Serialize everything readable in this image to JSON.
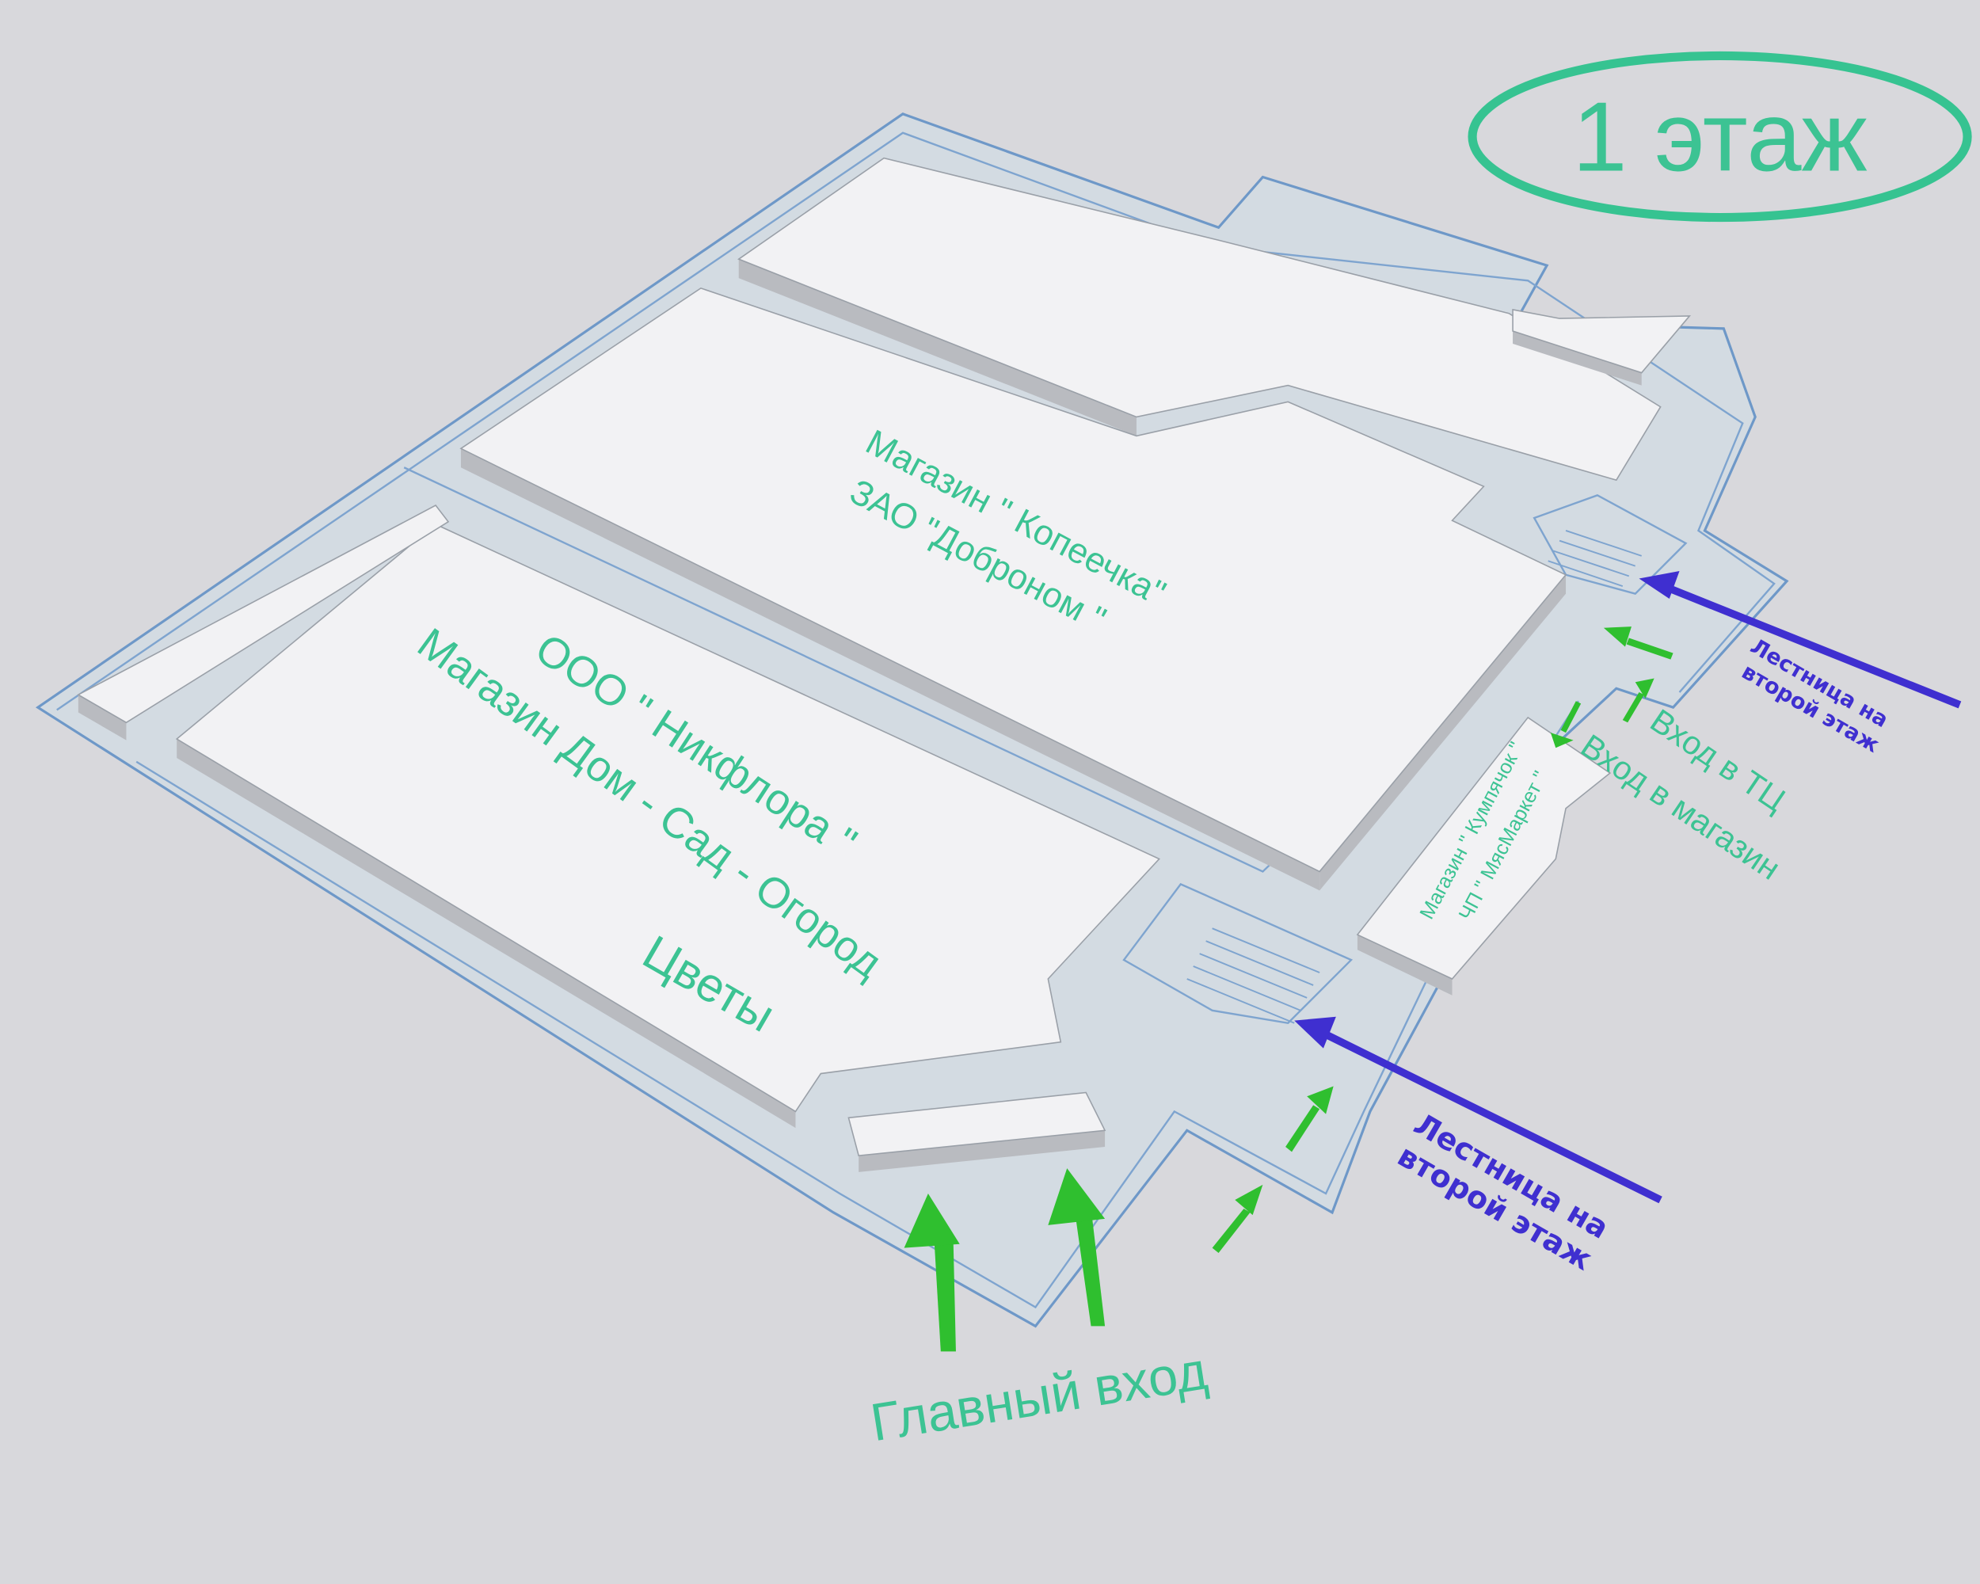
{
  "title": "1 этаж",
  "colors": {
    "accent_green": "#3cc393",
    "stair_blue": "#3f2fd0",
    "arrow_green": "#2fbf2f",
    "background": "#d8d8dc"
  },
  "stores": {
    "kopeechka": {
      "line1": "Магазин \" Копеечка\"",
      "line2": "ЗАО \"Доброном \""
    },
    "nikflora": {
      "line1": "ООО \" Никфлора \"",
      "line2": "Магазин Дом - Сад - Огород",
      "line3": "Цветы"
    },
    "kumpyachok": {
      "line1": "Магазин \" Кумпячок \"",
      "line2": "ЧП \" МясМаркет \""
    }
  },
  "entrances": {
    "main": "Главный вход",
    "mall": "Вход в ТЦ",
    "store": "Вход в магазин"
  },
  "stairs": [
    {
      "line1": "Лестница на",
      "line2": "второй этаж"
    },
    {
      "line1": "Лестница на",
      "line2": "второй этаж"
    }
  ]
}
